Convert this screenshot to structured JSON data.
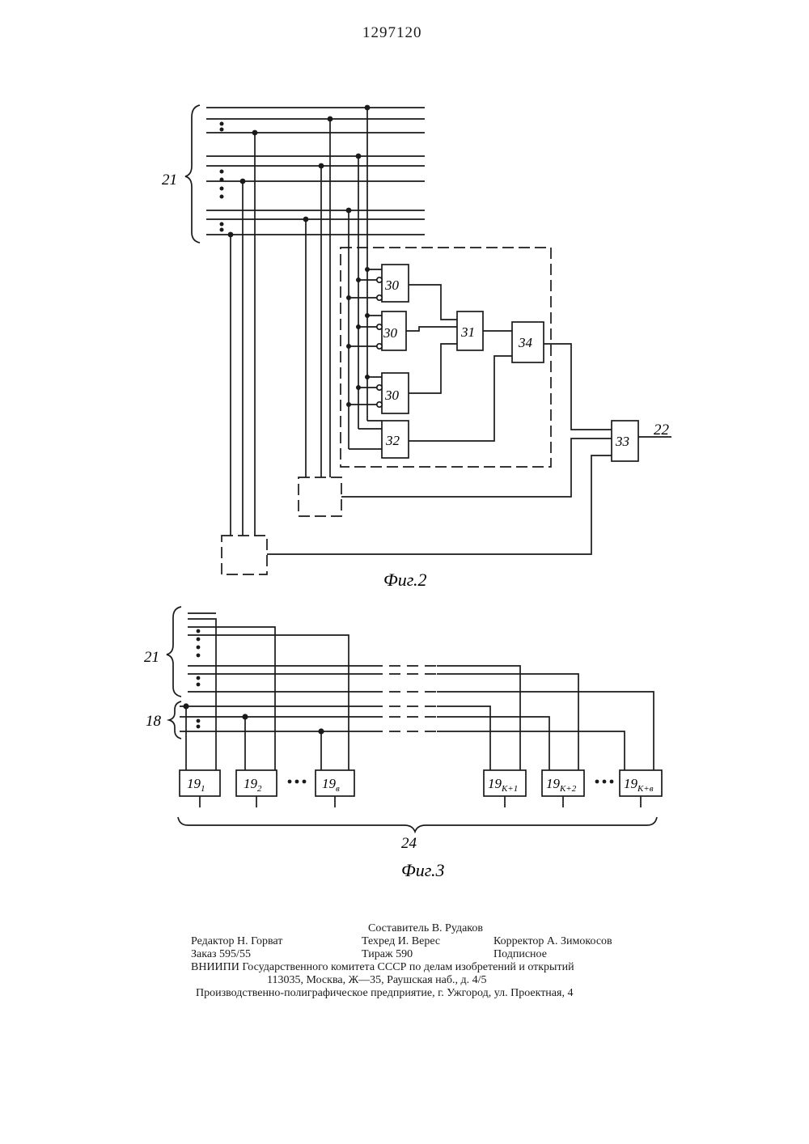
{
  "header": {
    "patent_number": "1297120"
  },
  "fig2": {
    "caption": "Фиг.2",
    "labels": {
      "bus_in": "21",
      "output": "22"
    },
    "blocks": {
      "comparator_a": "30",
      "comparator_b": "30",
      "comparator_c": "30",
      "or_gate": "31",
      "unit_32": "32",
      "unit_34": "34",
      "unit_33": "33"
    }
  },
  "fig3": {
    "caption": "Фиг.3",
    "labels": {
      "bus_in": "21",
      "bus_18": "18",
      "output_group": "24"
    },
    "blocks": {
      "b1": {
        "main": "19",
        "sub": "1"
      },
      "b2": {
        "main": "19",
        "sub": "2"
      },
      "b3": {
        "main": "19",
        "sub": "в"
      },
      "b4": {
        "main": "19",
        "sub": "К+1"
      },
      "b5": {
        "main": "19",
        "sub": "К+2"
      },
      "b6": {
        "main": "19",
        "sub": "К+в"
      }
    }
  },
  "imprint": {
    "compiler": "Составитель В. Рудаков",
    "editor": "Редактор Н. Горват",
    "techred": "Техред И. Верес",
    "corrector": "Корректор А. Зимокосов",
    "order": "Заказ 595/55",
    "circulation": "Тираж 590",
    "subscription": "Подписное",
    "org": "ВНИИПИ Государственного комитета СССР по делам изобретений и открытий",
    "address": "113035, Москва, Ж—35, Раушская наб., д. 4/5",
    "printer": "Производственно-полиграфическое предприятие, г. Ужгород, ул. Проектная, 4"
  }
}
